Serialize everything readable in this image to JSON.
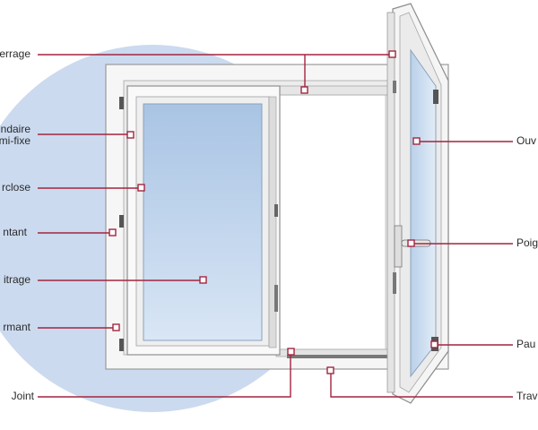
{
  "labels_left": [
    {
      "key": "ferrage",
      "text": "errage"
    },
    {
      "key": "secondaire",
      "text": "ndaire\nmi-fixe"
    },
    {
      "key": "parclose",
      "text": "rclose"
    },
    {
      "key": "montant",
      "text": "ntant"
    },
    {
      "key": "vitrage",
      "text": "itrage"
    },
    {
      "key": "dormant",
      "text": "rmant"
    },
    {
      "key": "joint",
      "text": "Joint"
    }
  ],
  "labels_right": [
    {
      "key": "ouvrant",
      "text": "Ouv"
    },
    {
      "key": "poignee",
      "text": "Poig"
    },
    {
      "key": "paumelle",
      "text": "Pau"
    },
    {
      "key": "traverse",
      "text": "Trav"
    }
  ],
  "colors": {
    "leader": "#a3243f",
    "background_circle": "#c9d9ef",
    "frame": "#f4f4f4",
    "frame_edge": "#9a9a9a",
    "glass_top": "#a9c4e4",
    "glass_bottom": "#d6e4f4",
    "hardware": "#555555"
  }
}
